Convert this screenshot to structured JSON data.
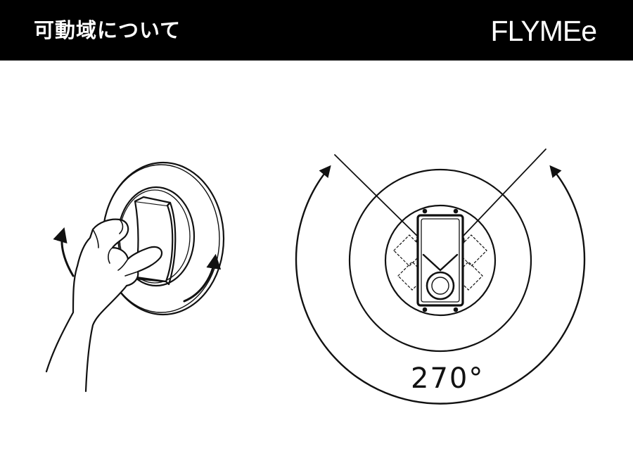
{
  "header": {
    "title": "可動域について",
    "brand": "FLYMEe"
  },
  "illustration": {
    "rotation_angle_label": "270°"
  },
  "colors": {
    "header_background": "#000000",
    "header_text": "#ffffff",
    "line_art": "#111111",
    "background": "#ffffff"
  },
  "icons": {
    "left_figure": "hand-rotating-wall-knob",
    "right_figure": "wall-mount-top-view-with-rotation-range"
  }
}
